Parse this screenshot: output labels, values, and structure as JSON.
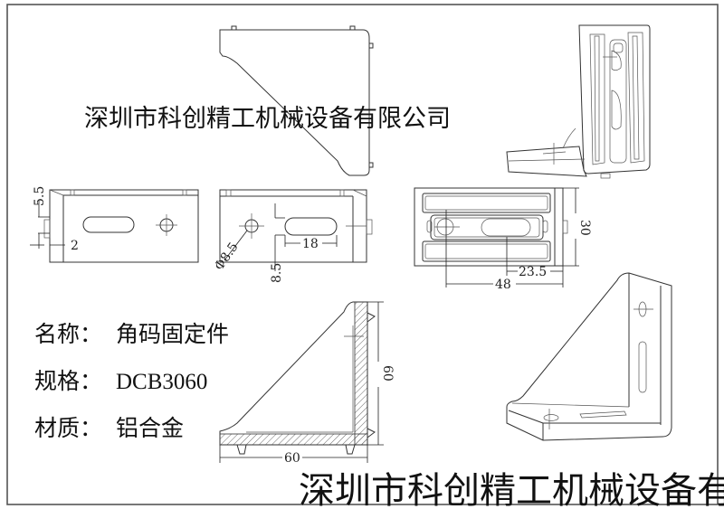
{
  "company_name": "深圳市科创精工机械设备有限公司",
  "watermark": "深圳市科创精工机械设备有限公司",
  "specs": [
    {
      "label": "名称：",
      "value": "角码固定件"
    },
    {
      "label": "规格：",
      "value": "DCB3060"
    },
    {
      "label": "材质：",
      "value": "铝合金"
    }
  ],
  "dimensions": {
    "side_view_a": {
      "top_offset": "5.5",
      "edge_offset": "2"
    },
    "side_view_b": {
      "hole_diameter": "Φ8.5",
      "slot_length": "18",
      "slot_offset": "8.5"
    },
    "top_view": {
      "height": "30",
      "width": "48",
      "hole_offset": "23.5"
    },
    "section_view": {
      "height": "60",
      "width": "60"
    }
  }
}
